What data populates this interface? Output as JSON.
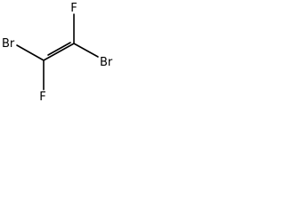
{
  "molecule": {
    "atoms": {
      "f_top": "F",
      "br_left": "Br",
      "br_right": "Br",
      "f_bottom": "F"
    }
  }
}
